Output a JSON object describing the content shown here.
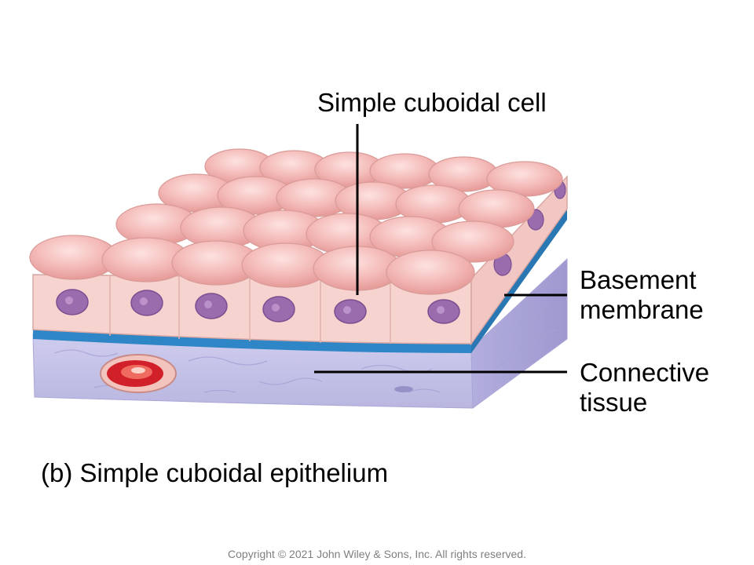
{
  "labels": {
    "cell": "Simple cuboidal cell",
    "basement_line1": "Basement",
    "basement_line2": "membrane",
    "connective_line1": "Connective",
    "connective_line2": "tissue"
  },
  "caption": "(b) Simple cuboidal epithelium",
  "copyright": "Copyright © 2021 John Wiley & Sons, Inc. All rights reserved.",
  "colors": {
    "cell_pink": "#f2b7b5",
    "cell_side": "#f6d3cf",
    "nucleus": "#9a6cae",
    "basement": "#2f86c6",
    "connective": "#c9c8ea",
    "vessel": "#d2202a"
  }
}
